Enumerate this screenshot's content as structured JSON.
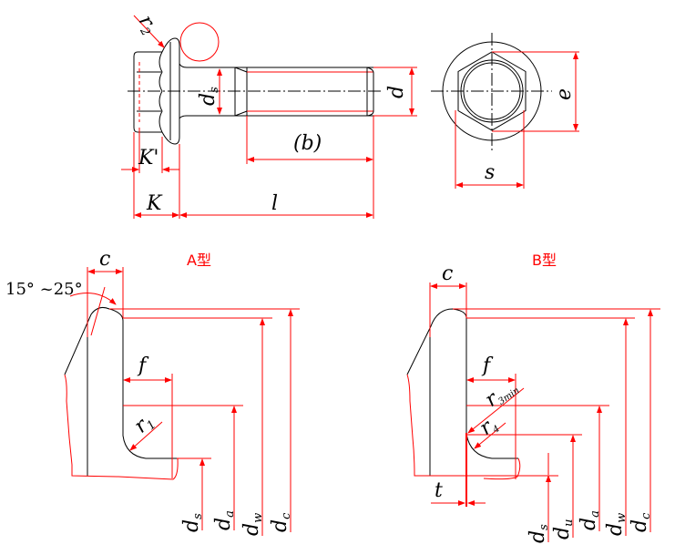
{
  "top_view": {
    "r2": "r",
    "r2_sub": "2",
    "ds": "d",
    "ds_sub": "s",
    "d": "d",
    "b": "(b)",
    "k_prime": "K'",
    "k": "K",
    "l": "l"
  },
  "end_view": {
    "e": "e",
    "s": "s"
  },
  "type_a": {
    "title": "A型",
    "c": "c",
    "angle": "15° ~25°",
    "f": "f",
    "r1": "r",
    "r1_sub": "1",
    "dims": [
      {
        "main": "d",
        "sub": "s"
      },
      {
        "main": "d",
        "sub": "a"
      },
      {
        "main": "d",
        "sub": "w"
      },
      {
        "main": "d",
        "sub": "c"
      }
    ]
  },
  "type_b": {
    "title": "B型",
    "c": "c",
    "f": "f",
    "r3": "r",
    "r3_sub": "3min",
    "r4": "r",
    "r4_sub": "4",
    "t": "t",
    "dims": [
      {
        "main": "d",
        "sub": "s"
      },
      {
        "main": "d",
        "sub": "u"
      },
      {
        "main": "d",
        "sub": "a"
      },
      {
        "main": "d",
        "sub": "w"
      },
      {
        "main": "d",
        "sub": "c"
      }
    ]
  },
  "colors": {
    "dimension": "#ff0000",
    "outline": "#000000"
  }
}
